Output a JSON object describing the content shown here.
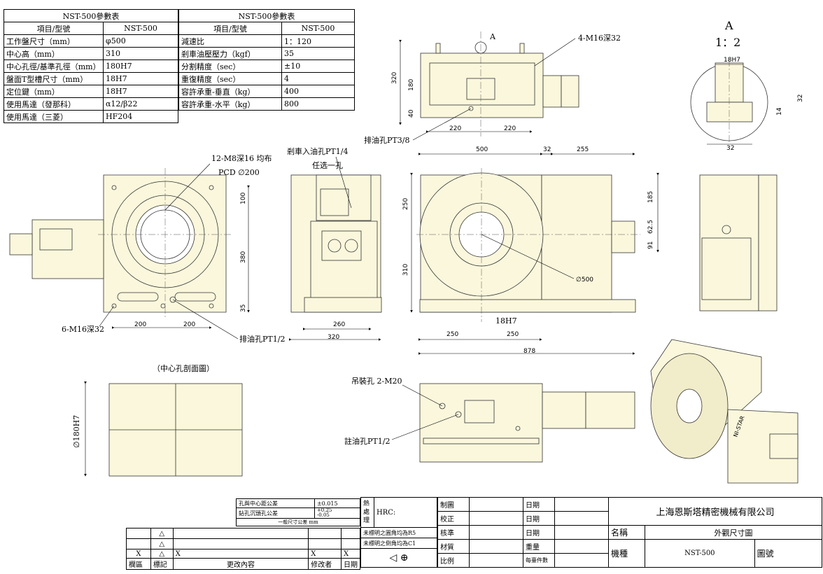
{
  "spec_left": {
    "title": "NST-500參數表",
    "header": [
      "項目/型號",
      "NST-500"
    ],
    "rows": [
      [
        "工作盤尺寸（mm）",
        "φ500"
      ],
      [
        "中心高（mm）",
        "310"
      ],
      [
        "中心孔徑/基準孔徑（mm）",
        "180H7"
      ],
      [
        "盤面T型槽尺寸（mm）",
        "18H7"
      ],
      [
        "定位鍵（mm）",
        "18H7"
      ],
      [
        "使用馬達（發那科）",
        "α12/β22"
      ],
      [
        "使用馬達（三菱）",
        "HF204"
      ]
    ]
  },
  "spec_right": {
    "title": "NST-500參數表",
    "header": [
      "項目/型號",
      "NST-500"
    ],
    "rows": [
      [
        "減速比",
        "1：120"
      ],
      [
        "剎車油壓壓力（kgf）",
        "35"
      ],
      [
        "分割精度（sec）",
        "±10"
      ],
      [
        "重復精度（sec）",
        "4"
      ],
      [
        "容許承重-垂直（kg）",
        "400"
      ],
      [
        "容許承重-水平（kg）",
        "800"
      ]
    ]
  },
  "labels": {
    "view_a": "A",
    "section_a": "A",
    "scale": "1：2",
    "m16_top": "4-M16深32",
    "drain_top": "排油孔PT3/8",
    "m8": "12-M8深16 均布",
    "pcd": "PCD ∅200",
    "m16_front": "6-M16深32",
    "drain_front": "排油孔PT1/2",
    "brake_oil": "剎車入油孔PT1/4",
    "choose_one": "任选一孔",
    "section_title": "（中心孔剖面圖）",
    "bore": "∅180H7",
    "lift_hole": "吊裝孔 2-M20",
    "fill_hole": "註油孔PT1/2",
    "dia500": "∅500",
    "slot": "18H7"
  },
  "dims": {
    "top_220a": "220",
    "top_220b": "220",
    "top_320": "320",
    "top_180": "180",
    "top_40": "40",
    "sec_18": "18H7",
    "sec_32": "32",
    "sec_14": "14",
    "sec_32b": "32",
    "f_200a": "200",
    "f_200b": "200",
    "f_100": "100",
    "f_380": "380",
    "f_35": "35",
    "s_260": "260",
    "s_320": "320",
    "m_500": "500",
    "m_32": "32",
    "m_255": "255",
    "m_250": "250",
    "m_310": "310",
    "m_250a": "250",
    "m_250b": "250",
    "m_878": "878",
    "r_185": "185",
    "r_625": "62.5",
    "r_91": "91"
  },
  "tolerance": {
    "r1_label": "孔與中心距公差",
    "r1_val": "±0.015",
    "r2_label": "鉆孔沉頭孔公差",
    "r2_val_up": "+0.25",
    "r2_val_dn": "-0.05",
    "r3": "一般尺寸公差 mm",
    "heat": "熱處理",
    "hrc": "HRC:",
    "fillet": "未標明之圓角均為R5",
    "chamfer": "未標明之倒角均為C1"
  },
  "revision": {
    "cols": [
      "欄區",
      "標記",
      "更改內容",
      "修改者",
      "日期"
    ],
    "mark": "X"
  },
  "title_block": {
    "drawn": "制圖",
    "check": "校正",
    "approve": "核準",
    "material": "材質",
    "scale": "比例",
    "date": "日期",
    "weight": "重量",
    "per_unit": "每臺件數",
    "company": "上海恩斯塔精密機械有限公司",
    "name_label": "名稱",
    "name_val": "外觀尺寸圖",
    "model_label": "機種",
    "model_val": "NST-500",
    "drawing_no": "圖號"
  },
  "iso_brand": "NI-STAR"
}
